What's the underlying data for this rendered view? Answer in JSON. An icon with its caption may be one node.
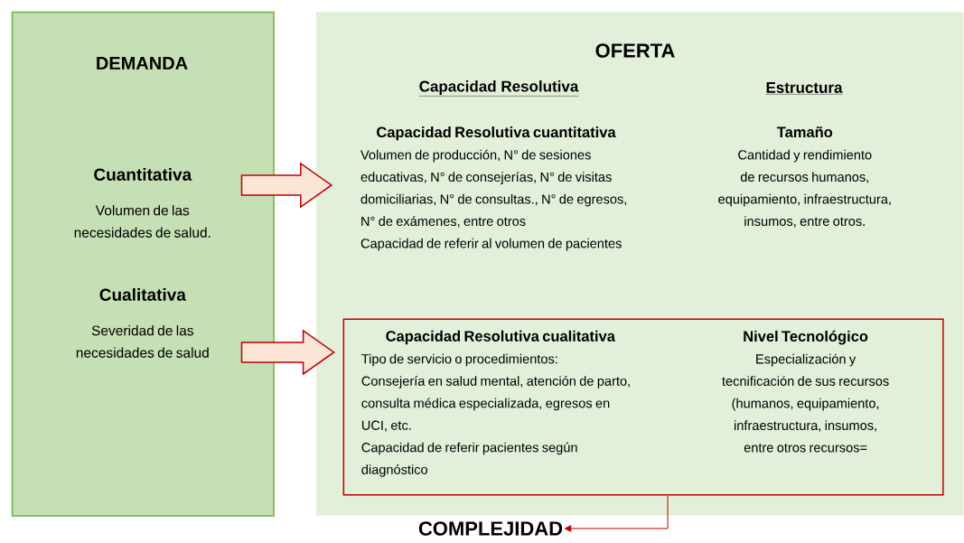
{
  "diagram": {
    "nodes": [
      {
        "text": [
          "DEMANDA"
        ]
      },
      {
        "text": [
          "Cuantitativa",
          "Volumen de las necesidades de salud."
        ],
        "in": 0
      },
      {
        "text": [
          "Cualitativa",
          "Severidad de las necesidades de salud"
        ],
        "in": 0
      },
      {
        "text": [
          "OFERTA",
          "Capacidad Resolutiva",
          "Estructura"
        ]
      },
      {
        "text": [
          "Capacidad Resolutiva cuantitativa",
          "Volumen de producción, N° de sesiones educativas, N° de consejerías, N° de visitas domiciliarias, N° de consultas., N° de egresos, N° de exámenes, entre otros",
          "Capacidad de referir al volumen de pacientes"
        ],
        "in": 3
      },
      {
        "text": [
          "Tamaño",
          "Cantidad y rendimiento de recursos humanos, equipamiento, infraestructura, insumos, entre otros."
        ],
        "in": 3
      },
      {
        "text": [],
        "shape": "box",
        "in": 3
      },
      {
        "text": [
          "Capacidad Resolutiva cualitativa",
          "Tipo de servicio o procedimientos:",
          "Consejería en salud mental, atención de parto, consulta médica especializada, egresos en UCI, etc.",
          "Capacidad de referir pacientes según diagnóstico"
        ],
        "in": 6
      },
      {
        "text": [
          "Nivel Tecnológico",
          "Especialización y tecnificación de sus recursos (humanos, equipamiento, infraestructura, insumos, entre otros recursos="
        ],
        "in": 6
      },
      {
        "text": [
          "COMPLEJIDAD"
        ]
      }
    ],
    "edges": [
      {
        "from": 1,
        "to": 4,
        "arrow": "to",
        "style": "thick"
      },
      {
        "from": 2,
        "to": 6,
        "arrow": "to",
        "style": "thick"
      },
      {
        "from": 6,
        "to": 9,
        "arrow": "to"
      }
    ]
  }
}
